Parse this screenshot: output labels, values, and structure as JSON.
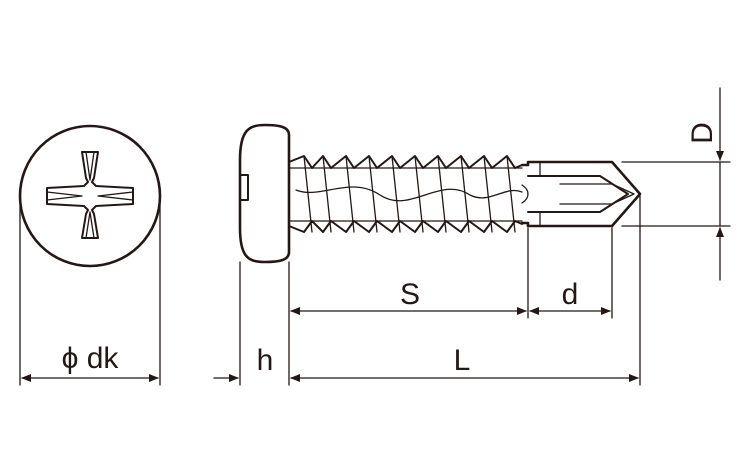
{
  "diagram": {
    "colors": {
      "ink": "#231815",
      "background": "#ffffff"
    },
    "labels": {
      "head_diameter": "ϕ dk",
      "head_height": "h",
      "length": "L",
      "thread_length": "S",
      "drill_length": "d",
      "drill_diameter": "D"
    }
  }
}
